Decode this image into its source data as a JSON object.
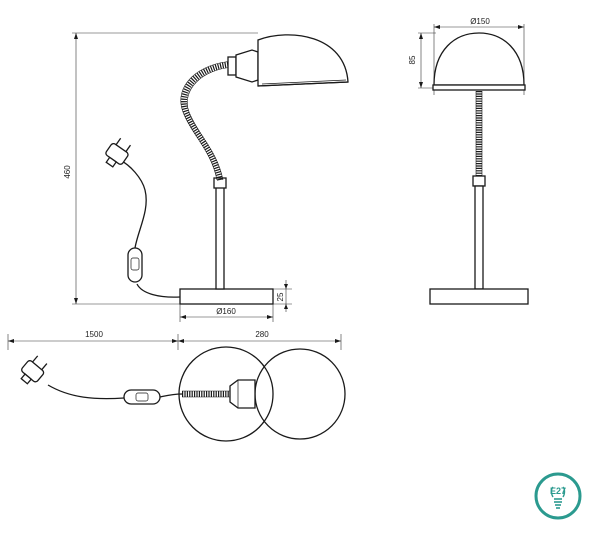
{
  "dimensions": {
    "height_total": "460",
    "base_height": "25",
    "base_diameter": "Ø160",
    "shade_diameter": "Ø150",
    "shade_height": "85",
    "cable_length": "1500",
    "top_width": "280"
  },
  "badge": {
    "socket_label": "E27",
    "color": "#2b9a8f"
  }
}
